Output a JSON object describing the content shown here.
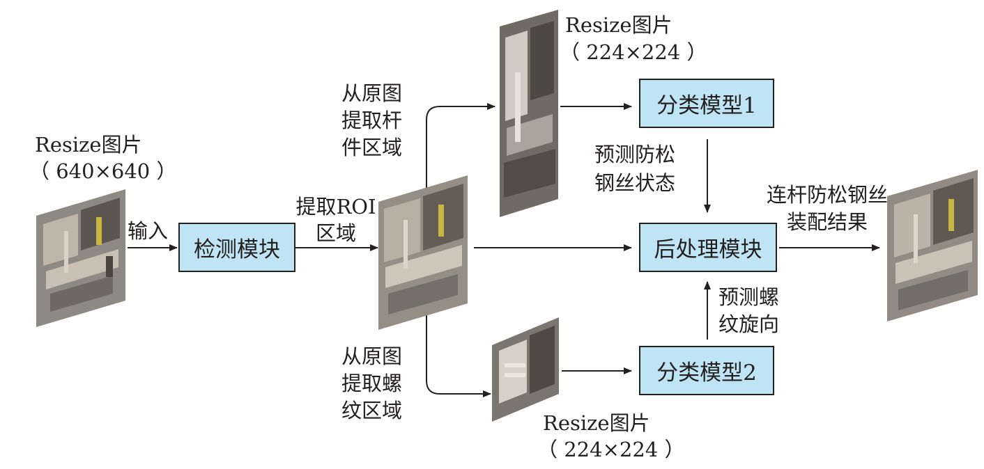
{
  "input_image": {
    "label_line1": "Resize图片",
    "label_line2": "（ 640×640 ）"
  },
  "arrow_labels": {
    "input": "输入",
    "roi_line1": "提取ROI",
    "roi_line2": "区域",
    "rod_line1": "从原图",
    "rod_line2": "提取杆",
    "rod_line3": "件区域",
    "thread_line1": "从原图",
    "thread_line2": "提取螺",
    "thread_line3": "纹区域",
    "wire_line1": "预测防松",
    "wire_line2": "钢丝状态",
    "dir_line1": "预测螺",
    "dir_line2": "纹旋向",
    "result_line1": "连杆防松钢丝",
    "result_line2": "装配结果"
  },
  "top_image": {
    "label_line1": "Resize图片",
    "label_line2": "（ 224×224 ）"
  },
  "bottom_image": {
    "label_line1": "Resize图片",
    "label_line2": "（ 224×224 ）"
  },
  "modules": {
    "detection": "检测模块",
    "classifier1": "分类模型1",
    "classifier2": "分类模型2",
    "postprocess": "后处理模块"
  },
  "colors": {
    "module_fill": "#bfe4f3",
    "line": "#231f20"
  }
}
